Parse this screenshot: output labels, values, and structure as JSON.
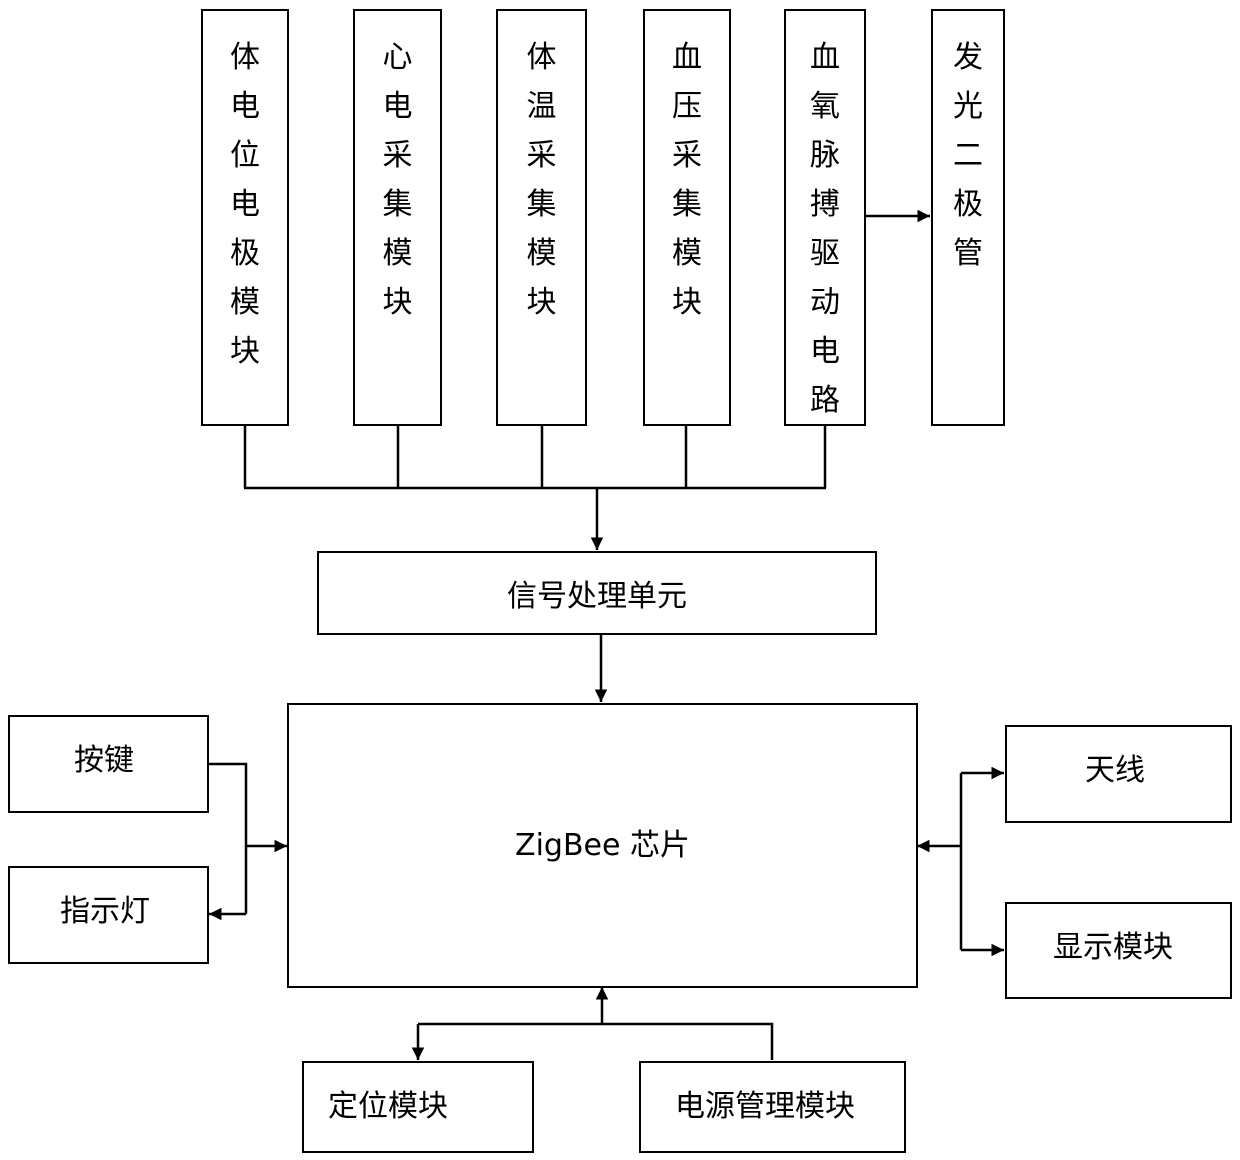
{
  "top_modules": [
    "体电位电极模块",
    "心电采集模块",
    "体温采集模块",
    "血压采集模块",
    "血氧脉搏驱动电路",
    "发光二极管"
  ],
  "signal_unit": "信号处理单元",
  "chip": "ZigBee 芯片",
  "left": {
    "button": "按键",
    "indicator": "指示灯"
  },
  "right": {
    "antenna": "天线",
    "display": "显示模块"
  },
  "bottom": {
    "positioning": "定位模块",
    "power": "电源管理模块"
  }
}
